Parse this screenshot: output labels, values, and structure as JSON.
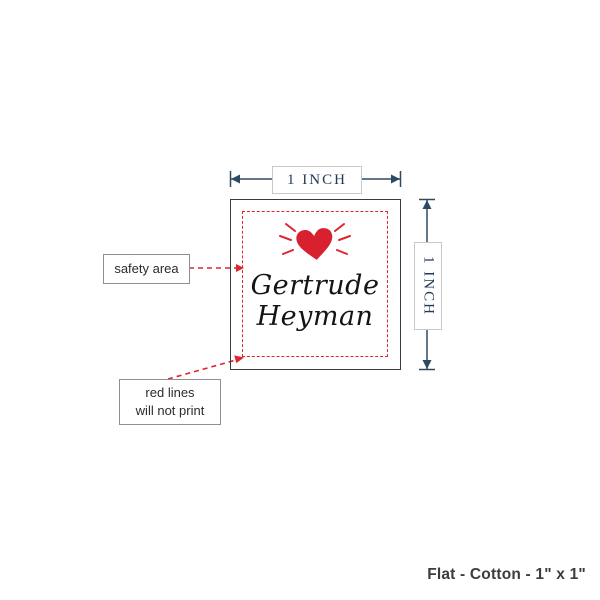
{
  "diagram": {
    "top_dimension_label": "1 INCH",
    "right_dimension_label": "1 INCH",
    "safety_area_label": "safety area",
    "red_lines_note_line1": "red lines",
    "red_lines_note_line2": "will not print",
    "label_name_line1": "Gertrude",
    "label_name_line2": "Heyman"
  },
  "caption": {
    "text": "Flat - Cotton - 1\" x 1\""
  },
  "colors": {
    "dimension_line": "#2e4a62",
    "square_outline": "#343f38",
    "safety_red": "#e0252f",
    "heart_red": "#d8202e",
    "name_text": "#141414",
    "caption_text": "#3c3c3b"
  }
}
